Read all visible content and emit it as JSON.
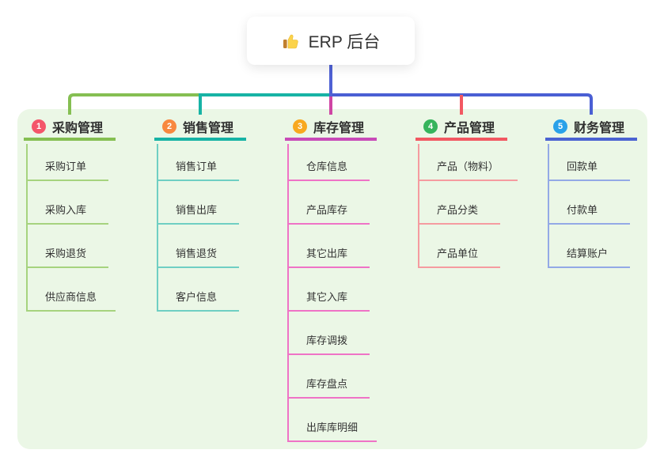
{
  "canvas": {
    "panel_bg": "#ebf7e6"
  },
  "root": {
    "title": "ERP 后台",
    "icon": "thumbs-up-icon"
  },
  "connector_colors": {
    "root_stem": "#4f61d4",
    "trunk_left": "#85bf52",
    "trunk_mid": "#17b3a5",
    "trunk_right": "#4a5fd4"
  },
  "branches": [
    {
      "badge": "1",
      "title": "采购管理",
      "badge_color": "#f4566a",
      "line_color": "#85bf52",
      "drop_color": "#85bf52",
      "child_line_color": "#a6d37e",
      "children": [
        "采购订单",
        "采购入库",
        "采购退货",
        "供应商信息"
      ]
    },
    {
      "badge": "2",
      "title": "销售管理",
      "badge_color": "#f8883f",
      "line_color": "#17b3a5",
      "drop_color": "#17b3a5",
      "child_line_color": "#6fcfc3",
      "children": [
        "销售订单",
        "销售出库",
        "销售退货",
        "客户信息"
      ]
    },
    {
      "badge": "3",
      "title": "库存管理",
      "badge_color": "#f8a81f",
      "line_color": "#c84bb8",
      "drop_color": "#cf45a4",
      "child_line_color": "#ef73c6",
      "children": [
        "仓库信息",
        "产品库存",
        "其它出库",
        "其它入库",
        "库存调拨",
        "库存盘点",
        "出库库明细"
      ]
    },
    {
      "badge": "4",
      "title": "产品管理",
      "badge_color": "#36b45c",
      "line_color": "#f25862",
      "drop_color": "#f25862",
      "child_line_color": "#f59ba0",
      "children": [
        "产品（物料）",
        "产品分类",
        "产品单位"
      ]
    },
    {
      "badge": "5",
      "title": "财务管理",
      "badge_color": "#29a1e9",
      "line_color": "#4b63d2",
      "drop_color": "#4a5fd4",
      "child_line_color": "#93a9e6",
      "children": [
        "回款单",
        "付款单",
        "结算账户"
      ]
    }
  ]
}
